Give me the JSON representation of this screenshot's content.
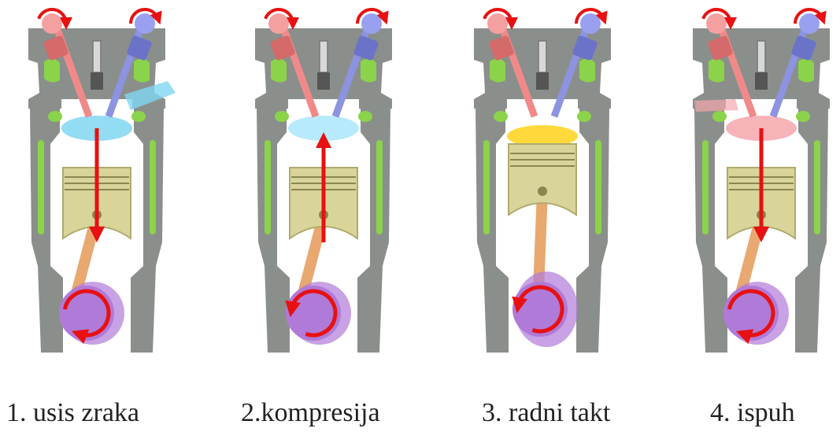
{
  "strokes": [
    {
      "label": "1. usis zraka",
      "piston": "down",
      "chamber": "intake",
      "chamber_color": "#7fd6f2",
      "rotation": "cw"
    },
    {
      "label": "2.kompresija",
      "piston": "up",
      "chamber": "compression",
      "chamber_color": "#a9e6fb",
      "rotation": "ccw"
    },
    {
      "label": "3. radni takt",
      "piston": "power",
      "chamber": "combustion",
      "chamber_color": "#ffd21a",
      "rotation": "ccw"
    },
    {
      "label": "4. ispuh",
      "piston": "down",
      "chamber": "exhaust",
      "chamber_color": "#f4a6ac",
      "rotation": "cw"
    }
  ],
  "colors": {
    "block": "#8b8f8b",
    "cooling": "#8bd34a",
    "piston": "#d9d49a",
    "rod": "#e8a870",
    "crank": "#b07ad8",
    "intake_valve": "#f08a8a",
    "exhaust_valve": "#8c93e0",
    "arrow": "#e81010"
  }
}
